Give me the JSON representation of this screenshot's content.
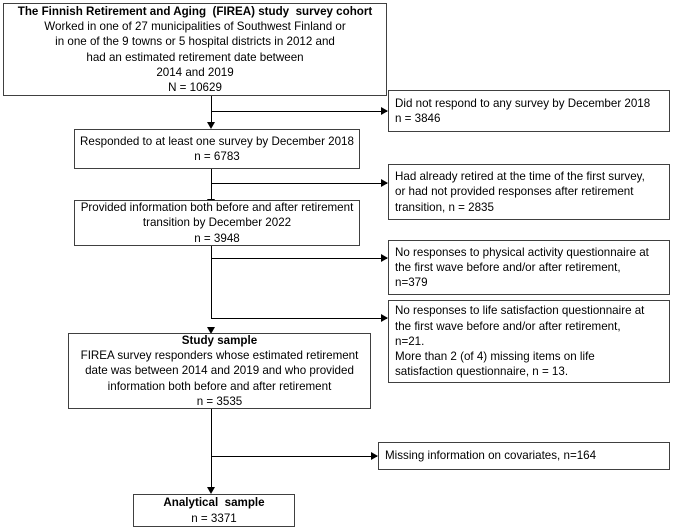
{
  "figure": {
    "type": "flowchart",
    "title": "The Finnish Retirement and Aging (FIREA) study survey cohort participant flow"
  },
  "nodes": {
    "cohort": {
      "name": "source-cohort-box",
      "line1": "The Finnish Retirement and Aging  (FIREA) study  survey cohort",
      "line2": "Worked in one of 27 municipalities of Southwest Finland or",
      "line3": "in one of the 9 towns or 5 hospital districts in 2012 and",
      "line4": "had an estimated retirement date between",
      "line5": "2014 and 2019",
      "line6": "N = 10629",
      "count": 10629
    },
    "responded": {
      "name": "responded-box",
      "line1": "Responded to at least one survey by December 2018",
      "line2": "n = 6783",
      "count": 6783
    },
    "provided": {
      "name": "provided-info-box",
      "line1": "Provided information both before and after retirement",
      "line2": "transition by December 2022",
      "line3": "n = 3948",
      "count": 3948
    },
    "study_sample": {
      "name": "study-sample-box",
      "line1": "Study sample",
      "line2": "FIREA survey responders whose estimated retirement",
      "line3": "date was between 2014 and 2019 and who provided",
      "line4": "information both before and after retirement",
      "line5": "n = 3535",
      "count": 3535
    },
    "analytical_sample": {
      "name": "analytical-sample-box",
      "line1": "Analytical  sample",
      "line2": "n = 3371",
      "count": 3371
    }
  },
  "exclusions": {
    "no_response": {
      "name": "exclusion-no-response-box",
      "line1": "Did not respond to any survey by December 2018",
      "line2": "n = 3846",
      "count": 3846
    },
    "already_retired": {
      "name": "exclusion-already-retired-box",
      "line1": "Had already retired at the time of the first survey,",
      "line2": "or had not provided responses after retirement",
      "line3": "transition, n = 2835",
      "count": 2835
    },
    "no_pa": {
      "name": "exclusion-no-physical-activity-box",
      "line1": "No responses to physical activity questionnaire at",
      "line2": "the first wave before and/or after retirement,",
      "line3": "n=379",
      "count": 379
    },
    "no_ls": {
      "name": "exclusion-no-life-satisfaction-box",
      "line1": "No responses to life satisfaction questionnaire at",
      "line2": "the first wave before and/or after retirement,",
      "line3": "n=21.",
      "line4": "More than 2 (of 4) missing items on life",
      "line5": "satisfaction questionnaire, n = 13.",
      "count_no_response": 21,
      "count_missing_items": 13
    },
    "covariates": {
      "name": "exclusion-missing-covariates-box",
      "line1": "Missing information on covariates, n=164",
      "count": 164
    }
  },
  "colors": {
    "box_border": "#404040",
    "connector": "#000000",
    "background": "#ffffff",
    "text": "#000000"
  }
}
